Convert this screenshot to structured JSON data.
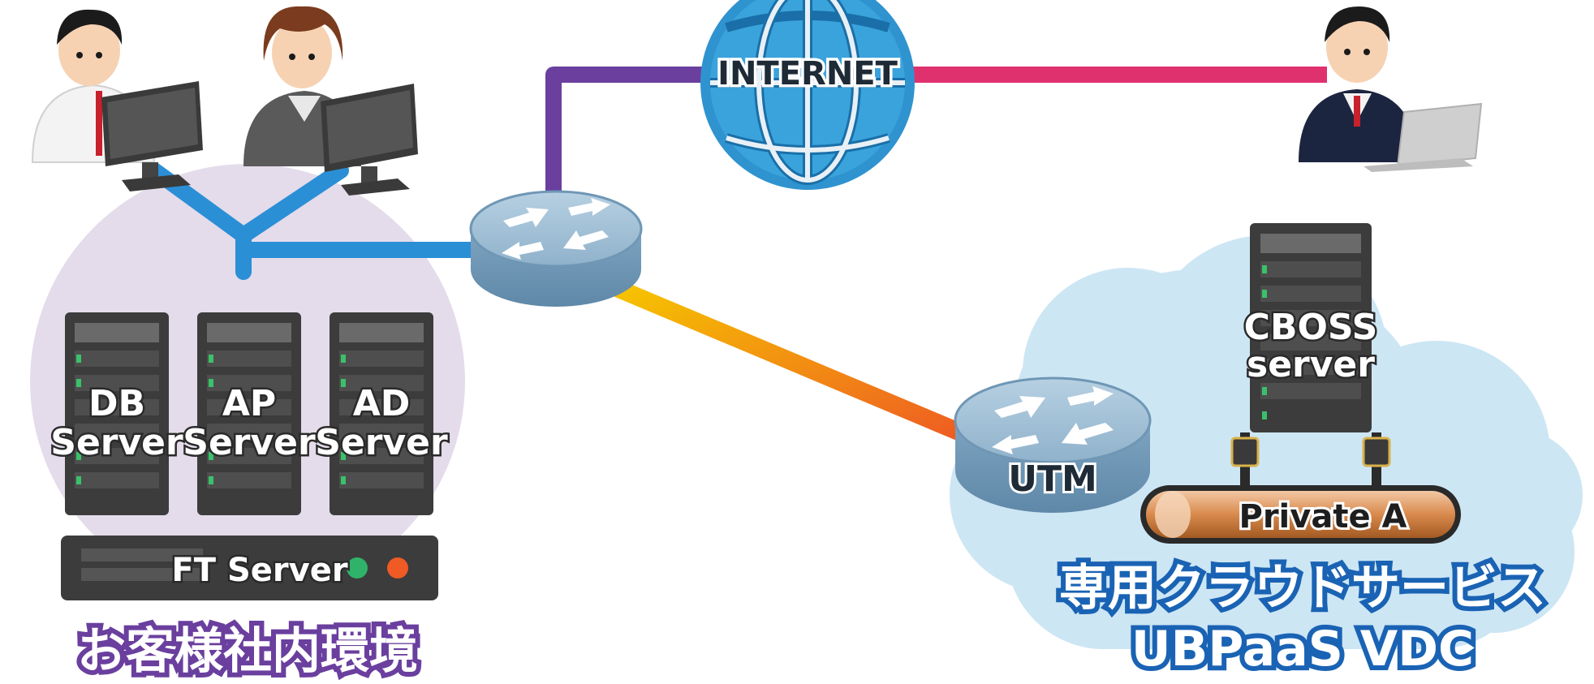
{
  "nodes": {
    "internet": "INTERNET",
    "utm": "UTM",
    "db_server": [
      "DB",
      "Server"
    ],
    "ap_server": [
      "AP",
      "Server"
    ],
    "ad_server": [
      "AD",
      "Server"
    ],
    "ft_server": "FT Server",
    "cboss_server": [
      "CBOSS",
      "server"
    ],
    "private_link": "Private A"
  },
  "regions": {
    "customer_env": "お客様社内環境",
    "cloud_service": [
      "専用クラウドサービス",
      "UBPaaS VDC"
    ]
  },
  "colors": {
    "lan_blue": "#2b8fd6",
    "internet_purple": "#6a3f9e",
    "internet_pink": "#e0316f",
    "vpn_yellow": "#f5b800",
    "vpn_orange": "#ef6a1f",
    "customer_bg": "#e4dcea",
    "cloud_bg": "#cde6f4",
    "server_body": "#3c3c3c",
    "router_body": "#7fa6c2",
    "globe_blue": "#3aa3dc"
  },
  "icons": [
    "user-icon",
    "monitor-icon",
    "router-icon",
    "globe-icon",
    "server-rack-icon",
    "laptop-icon",
    "cloud-icon"
  ]
}
